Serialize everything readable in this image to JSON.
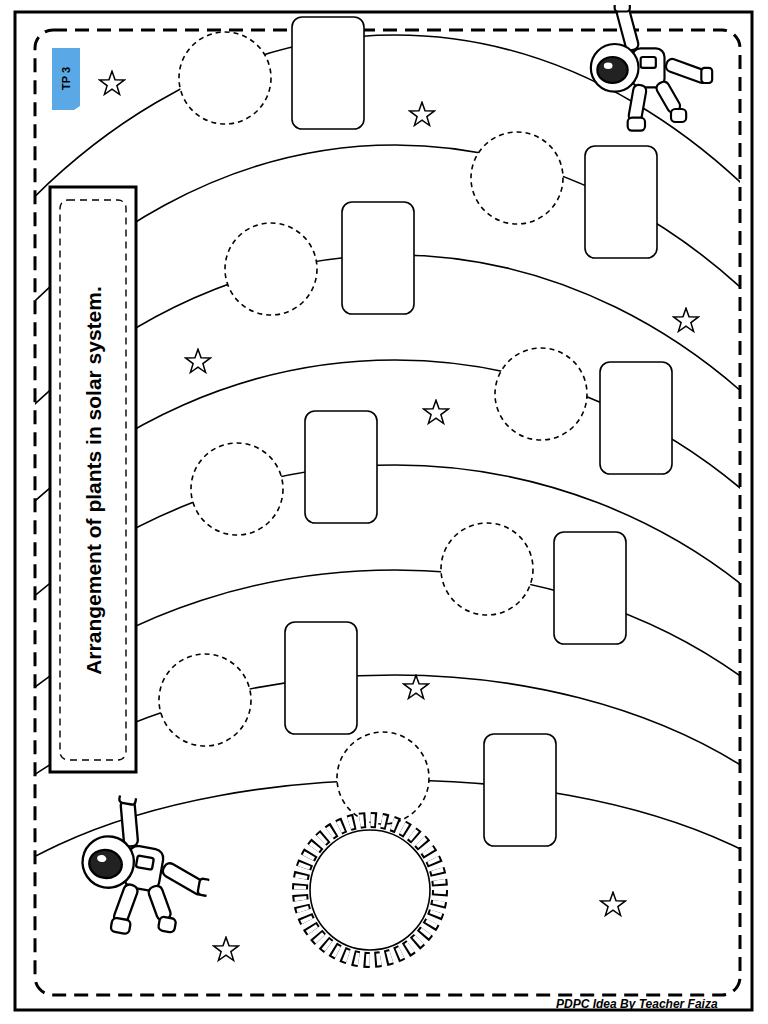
{
  "diagram": {
    "title": "Arrangement of plants in solar system.",
    "labels": [
      "TP 3",
      "PDPC Idea By Teacher Faiza"
    ]
  }
}
